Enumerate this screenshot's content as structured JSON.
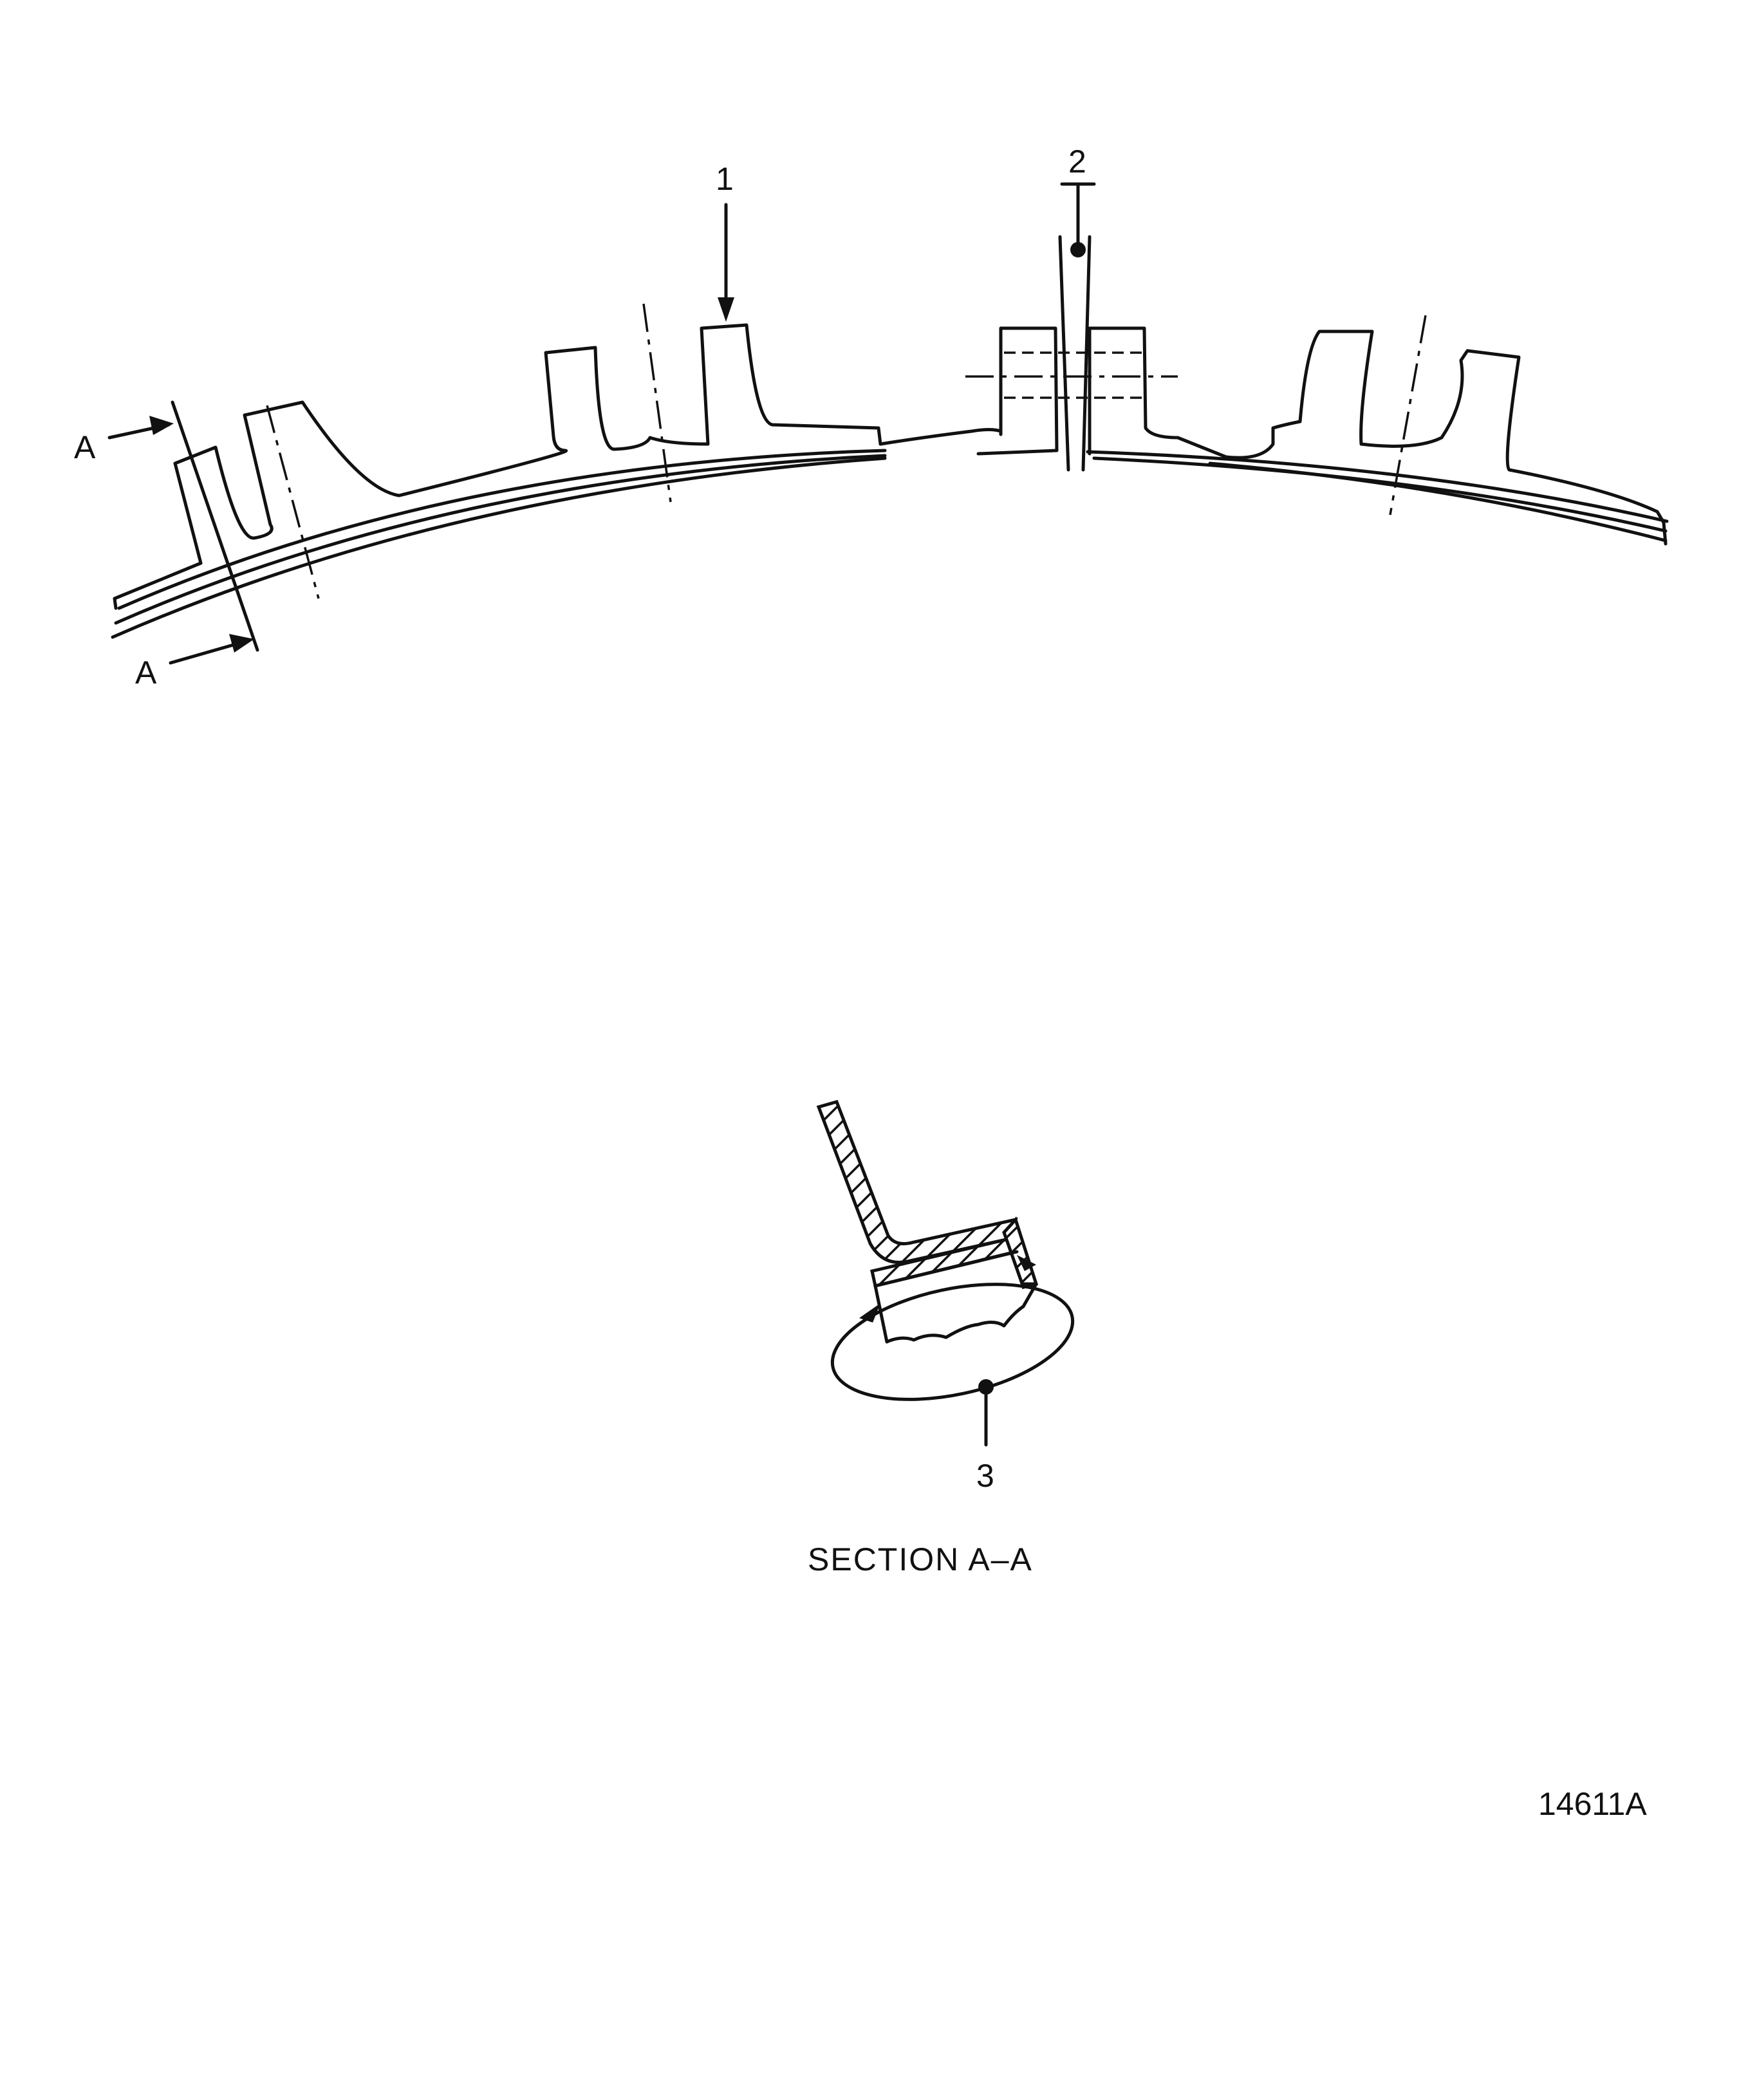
{
  "callouts": {
    "item_1": "1",
    "item_2": "2",
    "item_3": "3"
  },
  "section_marks": {
    "upper": "A",
    "lower": "A"
  },
  "section_title": "SECTION A–A",
  "figure_number": "14611A"
}
